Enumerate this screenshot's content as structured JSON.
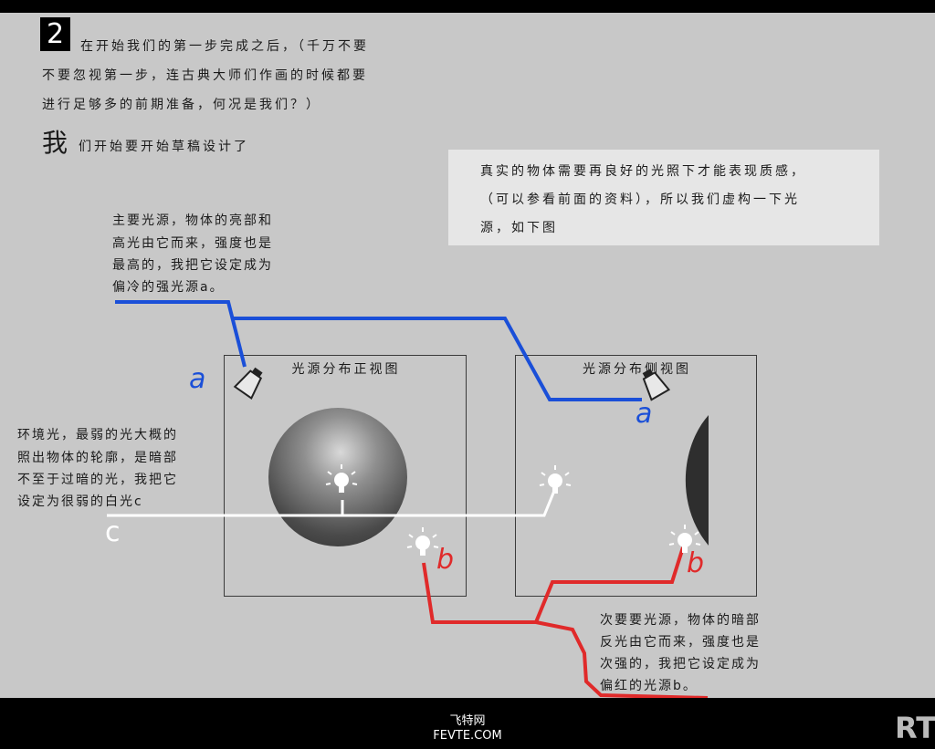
{
  "step_number": "2",
  "intro_lines": [
    "在开始我们的第一步完成之后，（千万不要",
    "不要忽视第一步，连古典大师们作画的时候都要",
    "进行足够多的前期准备，何况是我们？）"
  ],
  "heading_big_char": "我",
  "heading_rest": "们开始要开始草稿设计了",
  "note_lines": [
    "真实的物体需要再良好的光照下才能表现质感，",
    "（可以参看前面的资料），所以我们虚构一下光",
    "源，如下图"
  ],
  "main_light_lines": [
    "主要光源，物体的亮部和",
    "高光由它而来，强度也是",
    "最高的，我把它设定成为",
    "偏冷的强光源a。"
  ],
  "ambient_light_lines": [
    "环境光，最弱的光大概的",
    "照出物体的轮廓，是暗部",
    "不至于过暗的光，我把它",
    "设定为很弱的白光c"
  ],
  "secondary_light_lines": [
    "次要要光源，物体的暗部",
    "反光由它而来，强度也是",
    "次强的，我把它设定成为",
    "偏红的光源b。"
  ],
  "front_view_title": "光源分布正视图",
  "side_view_title": "光源分布侧视图",
  "labels": {
    "a": "a",
    "b": "b",
    "c": "c"
  },
  "colors": {
    "light_a": "#1a4fd8",
    "light_b": "#e02a2a",
    "light_c": "#ffffff"
  },
  "footer": {
    "site_cn": "飞特网",
    "site_en": "FEVTE.COM",
    "corner_logo": "RT"
  }
}
